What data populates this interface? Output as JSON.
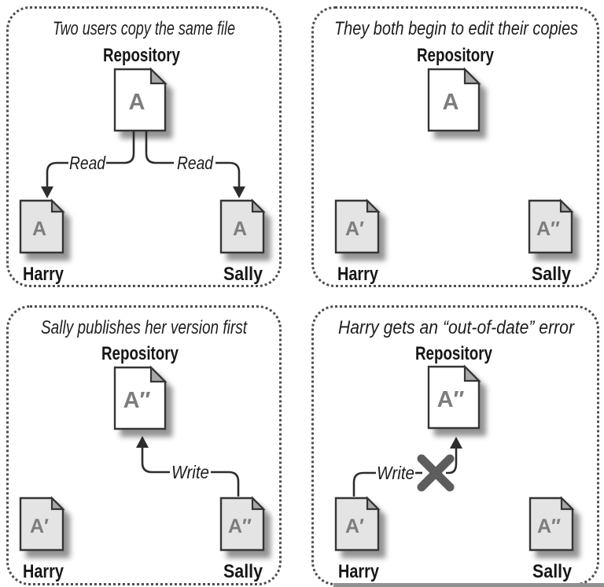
{
  "figure": {
    "kind": "version-control lost-update problem diagram",
    "colors": {
      "background": "#ffffff",
      "panel_border_dots": "#4d4d4d",
      "doc_outline": "#363636",
      "repository_doc_fill": "#ffffff",
      "working_copy_fill": "#e4e4e4",
      "fold_fill": "#a8a8a8",
      "doc_letter": "#7d7d7d",
      "arrow": "#2d2d2d",
      "x_mark": "#5d5d5d",
      "text": "#1c1c1c"
    }
  },
  "panels": [
    {
      "title": "Two users copy the same file",
      "repository_label": "Repository",
      "repository_file": "A",
      "read_left": "Read",
      "read_right": "Read",
      "harry_name": "Harry",
      "harry_file": "A",
      "sally_name": "Sally",
      "sally_file": "A"
    },
    {
      "title": "They both begin to edit their copies",
      "repository_label": "Repository",
      "repository_file": "A",
      "harry_name": "Harry",
      "harry_file": "A′",
      "sally_name": "Sally",
      "sally_file": "A″"
    },
    {
      "title": "Sally publishes her version first",
      "repository_label": "Repository",
      "repository_file": "A″",
      "write_label": "Write",
      "harry_name": "Harry",
      "harry_file": "A′",
      "sally_name": "Sally",
      "sally_file": "A″"
    },
    {
      "title": "Harry gets an “out-of-date” error",
      "repository_label": "Repository",
      "repository_file": "A″",
      "write_label": "Write",
      "harry_name": "Harry",
      "harry_file": "A′",
      "sally_name": "Sally",
      "sally_file": "A″"
    }
  ]
}
